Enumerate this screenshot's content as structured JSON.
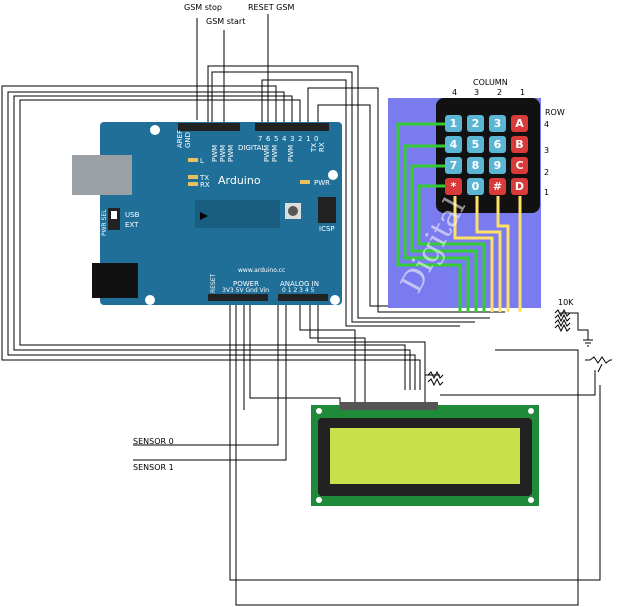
{
  "labels": {
    "gsm_stop": "GSM stop",
    "gsm_start": "GSM start",
    "reset_gsm": "RESET GSM",
    "column": "COLUMN",
    "row": "ROW",
    "col_nums": [
      "4",
      "3",
      "2",
      "1"
    ],
    "row_nums": [
      "4",
      "3",
      "2",
      "1"
    ],
    "resistor": "10K",
    "sensor0": "SENSOR 0",
    "sensor1": "SENSOR 1",
    "watermark": "Digital"
  },
  "arduino": {
    "name": "Arduino",
    "url": "www.arduino.cc",
    "digital": "DIGITAL",
    "aref": "AREF",
    "gnd": "GND",
    "pin_top": [
      "1",
      "1",
      "1",
      "1",
      "",
      "",
      "",
      "",
      "",
      "",
      "",
      "",
      "",
      "",
      ""
    ],
    "digital_pins": [
      "7",
      "6",
      "5",
      "4",
      "3",
      "2",
      "1",
      "0"
    ],
    "pwm": "PWM",
    "tx": "TX",
    "rx": "RX",
    "l": "L",
    "pwr": "PWR",
    "usb": "USB",
    "ext": "EXT",
    "pwr_sel": "PWR SEL",
    "icsp": "ICSP",
    "reset": "RESET",
    "power": "POWER",
    "analog_in": "ANALOG IN",
    "power_pins": "3V3 5V  Gnd  Vin",
    "analog_pins": "0  1  2  3  4  5"
  },
  "keypad": {
    "keys": [
      [
        "1",
        "2",
        "3",
        "A"
      ],
      [
        "4",
        "5",
        "6",
        "B"
      ],
      [
        "7",
        "8",
        "9",
        "C"
      ],
      [
        "*",
        "0",
        "#",
        "D"
      ]
    ]
  },
  "colors": {
    "board": "#1f6f99",
    "keypad_bg": "#7b7bf0",
    "key_blue": "#5bb6d6",
    "key_red": "#d93a3a",
    "lcd_green": "#c8e04a",
    "lcd_pcb": "#1f8a3a"
  }
}
